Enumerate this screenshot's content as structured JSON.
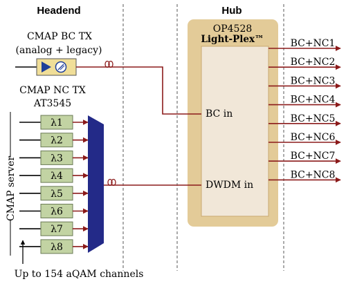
{
  "sections": {
    "headend": "Headend",
    "hub": "Hub"
  },
  "bc_tx": {
    "title": "CMAP BC TX",
    "subtitle": "(analog + legacy)"
  },
  "nc_tx": {
    "title": "CMAP NC TX",
    "model": "AT3545"
  },
  "cmap_server": "CMAP server",
  "channels_note": "Up to 154 aQAM channels",
  "wavelengths": [
    "λ1",
    "λ2",
    "λ3",
    "λ4",
    "λ5",
    "λ6",
    "λ7",
    "λ8"
  ],
  "hub_device": {
    "model": "OP4528",
    "name": "Light-Plex™",
    "inputs": {
      "bc": "BC in",
      "dwdm": "DWDM in"
    }
  },
  "outputs": [
    "BC+NC1",
    "BC+NC2",
    "BC+NC3",
    "BC+NC4",
    "BC+NC5",
    "BC+NC6",
    "BC+NC7",
    "BC+NC8"
  ],
  "colors": {
    "fiber": "#8b1a1a",
    "hub_panel": "#e3cb98",
    "hub_inner": "#f1e7d8",
    "lambda_box": "#c2d3a3",
    "bc_box": "#f0de98",
    "mux": "#232a88",
    "laser_icon": "#1f3f99"
  }
}
